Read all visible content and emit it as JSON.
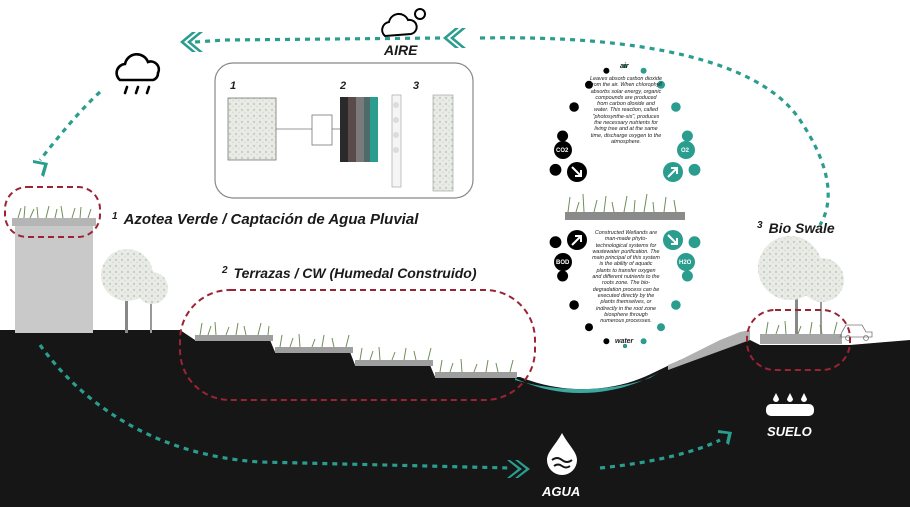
{
  "labels": {
    "aire": "AIRE",
    "agua": "AGUA",
    "suelo": "SUELO",
    "azotea_num": "1",
    "azotea": "Azotea Verde / Captación de Agua Pluvial",
    "terrazas_num": "2",
    "terrazas": "Terrazas / CW (Humedal Construido)",
    "bioswale_num": "3",
    "bioswale": "Bio Swale"
  },
  "inset": {
    "num_1": "1",
    "num_2": "2",
    "num_3": "3"
  },
  "circle": {
    "top_label": "air",
    "bottom_label": "water",
    "gas_left_top": "CO2",
    "gas_right_top": "O2",
    "gas_left_bottom": "BOD",
    "gas_right_bottom": "H2O",
    "text_top": "Leaves absorb carbon dioxide from the air. When chlorophyll absorbs solar energy, organic compounds are produced from carbon dioxide and water. This reaction, called \"photosynthe-sis\", produces the necessary nutrients for living tree and at the same time, discharge oxygen to the atmosphere.",
    "text_bottom": "Constructed Wetlands are man-made phyto-technological systems for wastewater purification. The main principal of this system is the ability of aquatic plants to transfer oxygen and different nutrients to the roots zone. The bio-degradation process can be executed directly by the plants themselves, or indirectly in the root zone biosphere through numerous processes."
  },
  "colors": {
    "teal": "#2a9d8f",
    "ground": "#161616",
    "dash_red": "#9b2335",
    "water": "#3aa9a0"
  },
  "icons": {
    "air": "cloud-sun-icon",
    "rain": "rain-cloud-icon",
    "water": "water-drop-icon",
    "soil": "soil-drops-icon"
  }
}
